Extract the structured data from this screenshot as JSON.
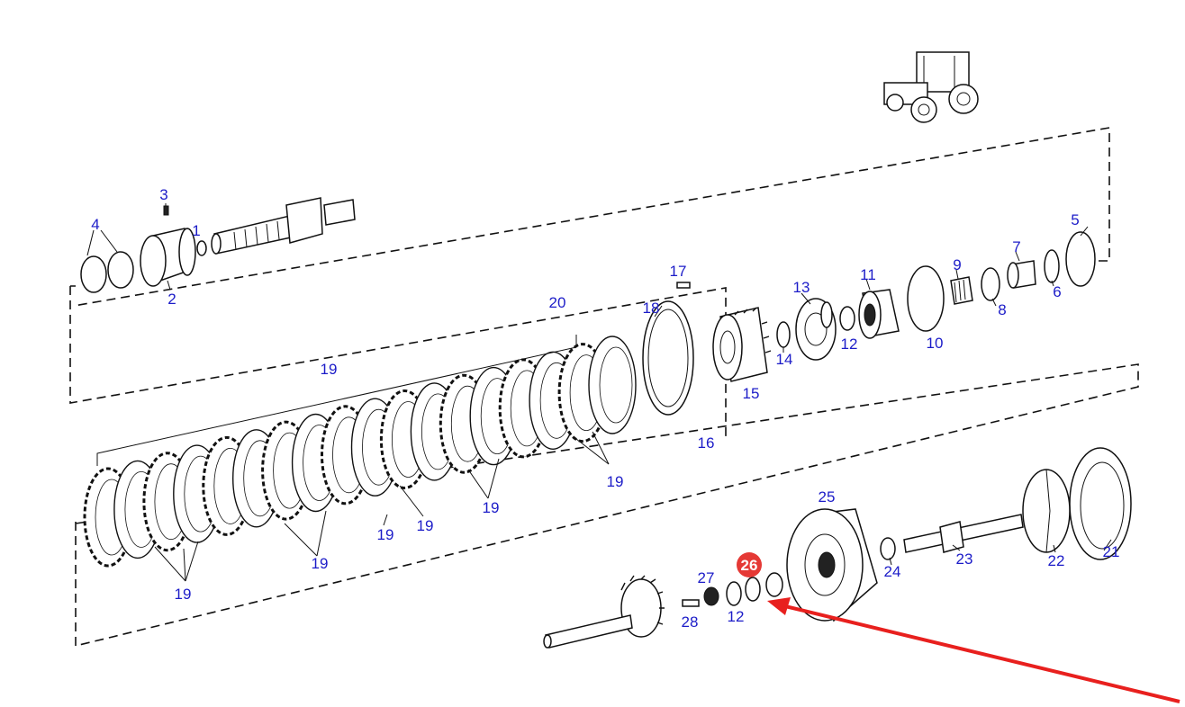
{
  "labels": {
    "l1": "1",
    "l2": "2",
    "l3": "3",
    "l4": "4",
    "l5": "5",
    "l6": "6",
    "l7": "7",
    "l8": "8",
    "l9": "9",
    "l10": "10",
    "l11": "11",
    "l12a": "12",
    "l12b": "12",
    "l13": "13",
    "l14": "14",
    "l15": "15",
    "l16": "16",
    "l17": "17",
    "l18": "18",
    "l19a": "19",
    "l19b": "19",
    "l19c": "19",
    "l19d": "19",
    "l19e": "19",
    "l19f": "19",
    "l19g": "19",
    "l20": "20",
    "l21": "21",
    "l22": "22",
    "l23": "23",
    "l24": "24",
    "l25": "25",
    "l26": "26",
    "l27": "27",
    "l28": "28"
  },
  "highlight": {
    "color": "#e53935",
    "label_color": "#ffffff"
  },
  "arrow": {
    "color": "#e8201e"
  },
  "label_color": "#1c1cc8"
}
